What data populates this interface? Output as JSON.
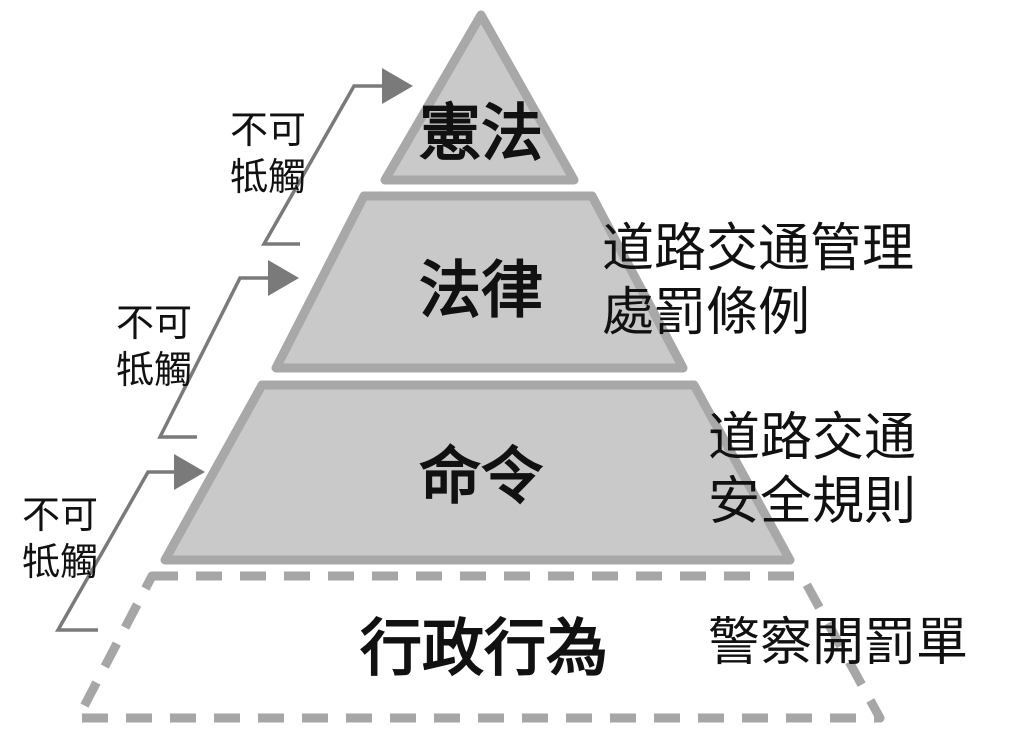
{
  "pyramid": {
    "constitution": "憲法",
    "law": "法律",
    "order": "命令",
    "administrative_act": "行政行為"
  },
  "examples": {
    "law_line1": "道路交通管理",
    "law_line2": "處罰條例",
    "order_line1": "道路交通",
    "order_line2": "安全規則",
    "act": "警察開罰單"
  },
  "notes": {
    "top_line1": "不可",
    "top_line2": "牴觸",
    "middle_line1": "不可",
    "middle_line2": "牴觸",
    "bottom_line1": "不可",
    "bottom_line2": "牴觸"
  },
  "colors": {
    "tier_fill": "#c9c9c9",
    "tier_stroke": "#a8a8a8",
    "arrow": "#7a7a7a"
  }
}
